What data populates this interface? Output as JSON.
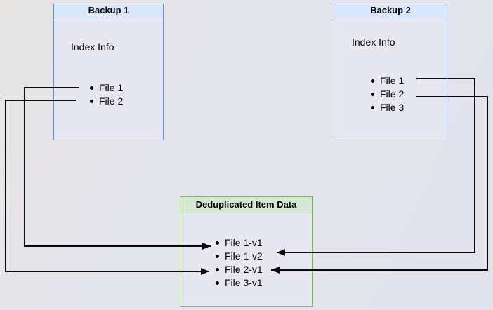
{
  "diagram": {
    "backup1": {
      "title": "Backup 1",
      "label": "Index Info",
      "files": [
        "File 1",
        "File 2"
      ]
    },
    "backup2": {
      "title": "Backup 2",
      "label": "Index Info",
      "files": [
        "File 1",
        "File 2",
        "File 3"
      ]
    },
    "dedup": {
      "title": "Deduplicated Item Data",
      "items": [
        "File 1-v1",
        "File 1-v2",
        "File 2-v1",
        "File 3-v1"
      ]
    },
    "connections": [
      {
        "from": "Backup 1 / File 1",
        "to": "File 1-v1"
      },
      {
        "from": "Backup 1 / File 2",
        "to": "File 2-v1"
      },
      {
        "from": "Backup 2 / File 1",
        "to": "File 1-v2"
      },
      {
        "from": "Backup 2 / File 2",
        "to": "File 2-v1"
      }
    ],
    "colors": {
      "backup_header_fill": "#dae8fc",
      "backup_border": "#6c8ebf",
      "dedup_header_fill": "#d5e8d4",
      "dedup_border": "#82b366",
      "connector": "#0b0b0b",
      "canvas_bg": "#e4e4ec",
      "node_fill": "#e7e7f1"
    }
  }
}
